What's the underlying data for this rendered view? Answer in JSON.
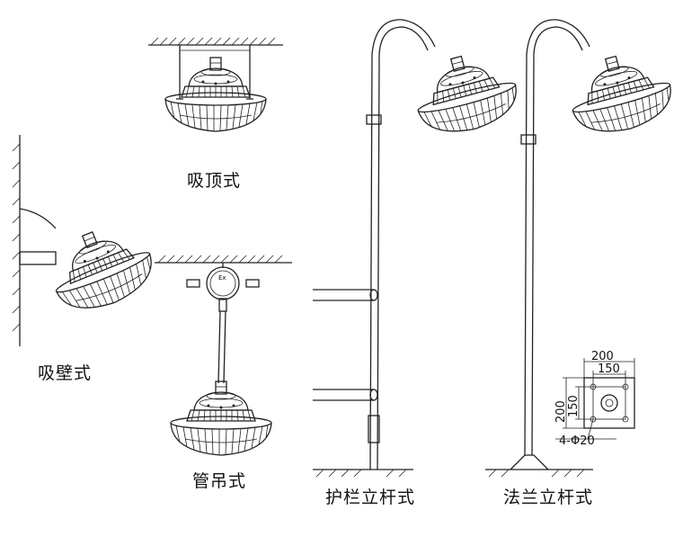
{
  "labels": {
    "ceiling_mount": "吸顶式",
    "wall_mount": "吸壁式",
    "pipe_pendant": "管吊式",
    "guardrail_pole": "护栏立杆式",
    "flange_pole": "法兰立杆式"
  },
  "junction_box_mark": "Ex",
  "flange_dimensions": {
    "outer_width": "200",
    "inner_width": "150",
    "outer_height": "200",
    "inner_height": "150",
    "holes": "4-Φ20"
  }
}
